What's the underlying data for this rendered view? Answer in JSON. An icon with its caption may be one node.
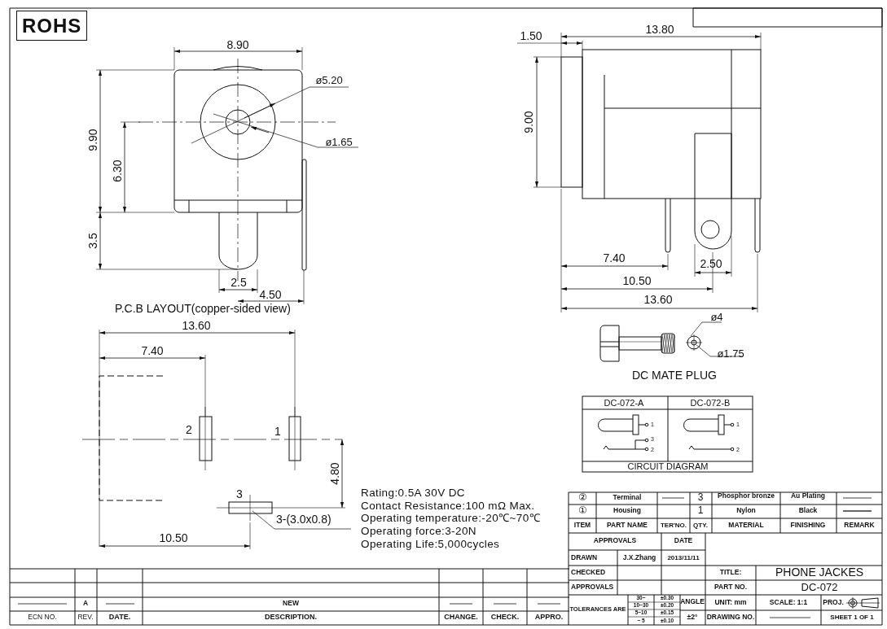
{
  "diagram": {
    "labels": [
      "ROHS",
      "8.90",
      "ø5.20",
      "ø1.65",
      "9.90",
      "6.30",
      "3.5",
      "2.5",
      "4.50",
      "P.C.B LAYOUT(copper-sided view)",
      "13.60",
      "7.40",
      "2",
      "1",
      "4.80",
      "3",
      "3-(3.0x0.8)",
      "10.50",
      "Rating:0.5A 30V DC",
      "Contact Resistance:100 mΩ Max.",
      "Operating temperature:-20℃~70℃",
      "Operating force:3-20N",
      "Operating Life:5,000cycles",
      "1.50",
      "13.80",
      "9.00",
      "7.40",
      "2.50",
      "10.50",
      "13.60",
      "ø4",
      "ø1.75",
      "DC MATE PLUG",
      "DC-072-A",
      "DC-072-B",
      "1",
      "3",
      "2",
      "1",
      "2",
      "CIRCUIT DIAGRAM",
      "②",
      "Terminal",
      "3",
      "Phosphor bronze",
      "Au Plating",
      "①",
      "Housing",
      "1",
      "Nylon",
      "Black",
      "ITEM",
      "PART NAME",
      "TER'NO.",
      "QTY.",
      "MATERIAL",
      "FINISHING",
      "REMARK",
      "APPROVALS",
      "DATE",
      "DRAWN",
      "J.X.Zhang",
      "2013/11/11",
      "CHECKED",
      "TITLE:",
      "PHONE JACKES",
      "APPROVALS",
      "PART NO.",
      "DC-072",
      "TOLERANCES ARE",
      "30~",
      "±0.30",
      "10~30",
      "±0.20",
      "5~10",
      "±0.15",
      "~ 5",
      "±0.10",
      "ANGLE",
      "UNIT: mm",
      "SCALE: 1:1",
      "PROJ.",
      "±2°",
      "DRAWING NO.",
      "SHEET 1 OF 1",
      "A",
      "NEW",
      "ECN NO.",
      "REV.",
      "DATE.",
      "DESCRIPTION.",
      "CHANGE.",
      "CHECK.",
      "APPRO."
    ]
  }
}
